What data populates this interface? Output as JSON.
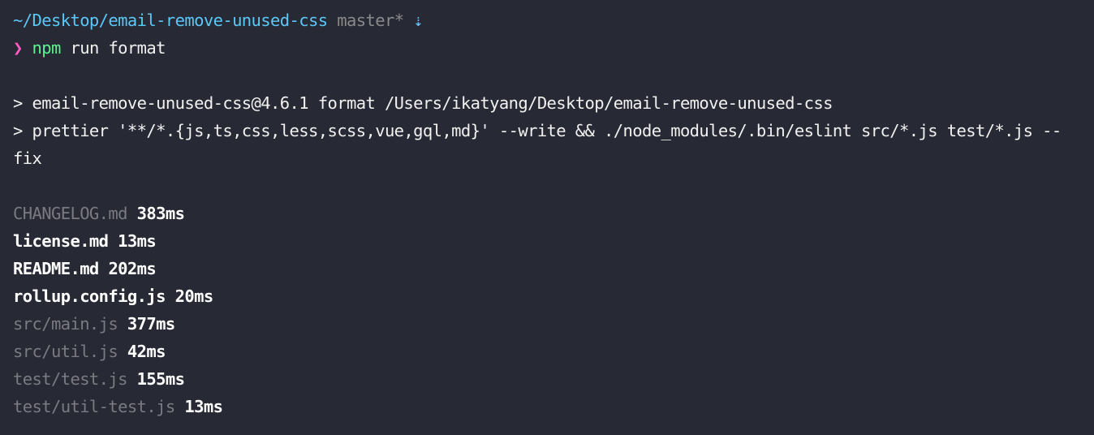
{
  "prompt": {
    "cwd": "~/Desktop/email-remove-unused-css",
    "branch": "master*",
    "status_icon": "⇣",
    "symbol": "❯",
    "command_bin": "npm",
    "command_args": " run format"
  },
  "output": {
    "script_line_1": "> email-remove-unused-css@4.6.1 format /Users/ikatyang/Desktop/email-remove-unused-css",
    "script_line_2": "> prettier '**/*.{js,ts,css,less,scss,vue,gql,md}' --write && ./node_modules/.bin/eslint src/*.js test/*.js --",
    "script_line_3": "fix"
  },
  "files": [
    {
      "name": "CHANGELOG.md",
      "time": "383ms",
      "changed": false
    },
    {
      "name": "license.md",
      "time": "13ms",
      "changed": true
    },
    {
      "name": "README.md",
      "time": "202ms",
      "changed": true
    },
    {
      "name": "rollup.config.js",
      "time": "20ms",
      "changed": true
    },
    {
      "name": "src/main.js",
      "time": "377ms",
      "changed": false
    },
    {
      "name": "src/util.js",
      "time": "42ms",
      "changed": false
    },
    {
      "name": "test/test.js",
      "time": "155ms",
      "changed": false
    },
    {
      "name": "test/util-test.js",
      "time": "13ms",
      "changed": false
    }
  ],
  "colors": {
    "background": "#272935",
    "path": "#5bc8f7",
    "prompt": "#ff5ac4",
    "command": "#5af78e",
    "unchanged_file": "#7a7a80",
    "changed_file": "#ffffff"
  }
}
